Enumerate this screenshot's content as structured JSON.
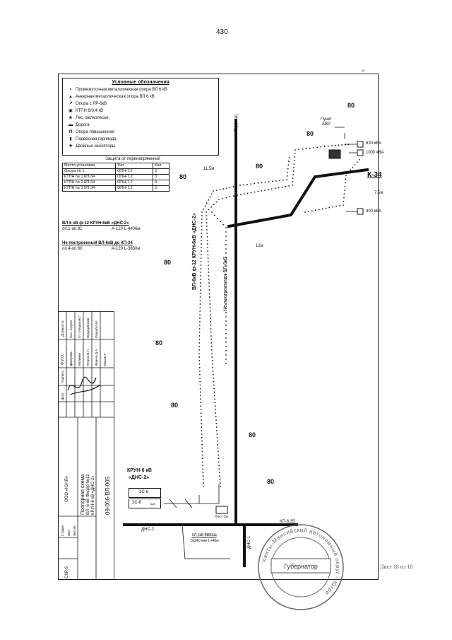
{
  "page": {
    "number": "430",
    "corner_mark": "»",
    "sheet": "Лист 18 из 18"
  },
  "legend": {
    "title": "Условные обозначения",
    "items": [
      {
        "symbol": "•",
        "label": "Промежуточная металлическая опора ВЛ 6 кВ"
      },
      {
        "symbol": "▲",
        "label": "Анкерная металлическая опора ВЛ 6 кВ"
      },
      {
        "symbol": "↗",
        "label": "Опора с ЛР-6кВ"
      },
      {
        "symbol": "▣",
        "label": "КТПН 6/0,4 кВ"
      },
      {
        "symbol": "❀",
        "label": "Лес, мелколесье"
      },
      {
        "symbol": "▬",
        "label": "Дорога"
      },
      {
        "symbol": "П",
        "label": "Опора повышенная"
      },
      {
        "symbol": "▮",
        "label": "Подвесная гирлянда"
      },
      {
        "symbol": "✚",
        "label": "Двойные изоляторы"
      }
    ]
  },
  "protection": {
    "caption": "Защита от перенапряжений",
    "headers": [
      "Место установки",
      "Тип",
      "Кол"
    ],
    "rows": [
      [
        "Опора № 1",
        "ОПН-7,2",
        "3"
      ],
      [
        "КТПН № 1 КП-34",
        "ОПН-7,2",
        "3"
      ],
      [
        "КТПН № 2 КП-34",
        "ОПН-7,2",
        "3"
      ],
      [
        "КТПН № 3 КП-34",
        "ОПН-7,2",
        "3"
      ]
    ]
  },
  "line_info": {
    "title1": "ВЛ 6 кВ ф-12 КРУН-6кВ «ДНС-2»",
    "line1_left": "оп.1-оп.91",
    "line1_right": "А-120 L-4406м",
    "title2": "Не построенный ВЛ-6кВ до КП-34",
    "line2_left": "оп.4-оп.60",
    "line2_right": "А-120 L-3850м"
  },
  "diagram": {
    "forest": "80",
    "kp34": "К-34",
    "avr": "Пункт АВР",
    "t630": "630 кВА",
    "t1000": "1000 кВА",
    "t400": "400 кВА",
    "d115": "11.5м",
    "d12": "12м",
    "d75": "7.5м",
    "road_left": "Подъезд",
    "vl_main": "ВЛ-6кВ ф-12 КРУН-6кВ «ДНС-2»",
    "vl_notbuilt": "Не построенная ВЛ-6кВ",
    "krun_title": "КРУН-6 кВ",
    "krun_name": "«ДНС-2»",
    "cell1": "1С-6",
    "cell2": "2С-6",
    "cell_small": "6кВ",
    "post": "Пост Св",
    "kp635": "КП-6,35",
    "dns2": "ДНС-2",
    "dns1": "ДНС-1",
    "cable1": "КЛ-6кВ ВВВШв",
    "cable2": "3х240 мм² L=40м"
  },
  "title_block": {
    "code": "09-006-ВЛ-005",
    "name1": "Поопорная схема",
    "name2": "ВЛ- 6 кВ Фидер №12",
    "name3": "КРУН-6 кВ «ДНС-2»",
    "org": "ООО «ЮНЯ»",
    "sheet_code": "СКР-9",
    "col_fio": "Ф.И.О.",
    "col_sign": "Подпись",
    "col_date": "Дата",
    "col_role": "Должность",
    "roles": [
      "Нач. отдела",
      "Гл. специалист",
      "Ведущий инж.",
      "Разработал"
    ],
    "names": [
      "Дмитриев",
      "Малинин",
      "Петров В.Н.",
      "Иванов Д.А."
    ],
    "extra_name": "Юрьев Р.",
    "stage_label": "Стадия",
    "sheet_label": "Лист",
    "sheets_label": "Листов"
  },
  "seal": {
    "outer_text": "Ханты-Мансийский автономный округ - Югра",
    "inner_text": "Губернатор"
  }
}
